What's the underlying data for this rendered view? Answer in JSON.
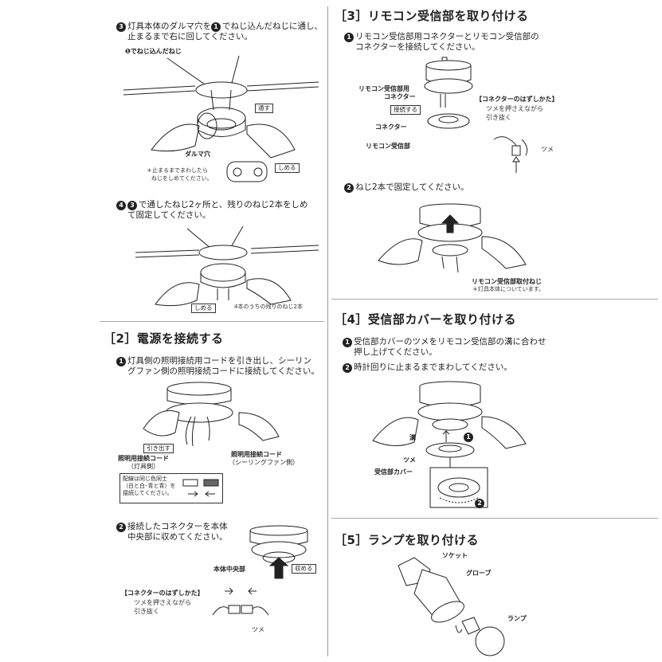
{
  "left": {
    "step3": {
      "num": "3",
      "line1": "灯具本体のダルマ穴を",
      "ref": "1",
      "line1b": "でねじ込んだねじに通し、",
      "line2": "止まるまで右に回してください。",
      "label_screw": "❶でねじ込んだねじ",
      "label_pass": "通す",
      "label_keyhole": "ダルマ穴",
      "note1": "＊止まるまでまわしたら",
      "note2": "ねじをしめてください。",
      "label_tighten": "しめる"
    },
    "step4": {
      "num": "4",
      "ref": "3",
      "line1": "で通したねじ2ヶ所と、残りのねじ2本をしめ",
      "line2": "て固定してください。",
      "label_tighten": "しめる",
      "label_screws": "4本のうちの残りのねじ2本"
    },
    "section2": {
      "title": "［2］電源を接続する",
      "step1": {
        "num": "1",
        "line1": "灯具側の照明接続用コードを引き出し、シーリン",
        "line2": "グファン側の照明接続コードに接続してください。",
        "label_pull": "引き出す",
        "label_cord_a1": "照明用接続コード",
        "label_cord_a2": "（灯具側）",
        "label_cord_b1": "照明用接続コード",
        "label_cord_b2": "（シーリングファン側）",
        "wiring_note1": "配線は同じ色同士",
        "wiring_note2": "（白と白･青と青）を",
        "wiring_note3": "接続してください。"
      },
      "step2": {
        "num": "2",
        "line1": "接続したコネクターを本体",
        "line2": "中央部に収めてください。",
        "label_center": "本体中央部",
        "label_store": "収める",
        "box_title": "【コネクターのはずしかた】",
        "box_line1": "ツメを押さえながら",
        "box_line2": "引き抜く",
        "label_claw": "ツメ"
      }
    }
  },
  "right": {
    "section3": {
      "title": "［3］リモコン受信部を取り付ける",
      "step1": {
        "num": "1",
        "line1": "リモコン受信部用コネクターとリモコン受信部の",
        "line2": "コネクターを接続してください。",
        "label_conn1": "リモコン受信部用",
        "label_conn2": "コネクター",
        "label_connect": "接続する",
        "label_connector": "コネクター",
        "label_receiver": "リモコン受信部",
        "box_title": "【コネクターのはずしかた】",
        "box_line1": "ツメを押さえながら",
        "box_line2": "引き抜く",
        "label_claw": "ツメ"
      },
      "step2": {
        "num": "2",
        "line1": "ねじ2本で固定してください。",
        "label_screw": "リモコン受信部取付ねじ",
        "note": "＊灯具本体についています。"
      }
    },
    "section4": {
      "title": "［4］受信部カバーを取り付ける",
      "step1": {
        "num": "1",
        "line1": "受信部カバーのツメをリモコン受信部の溝に合わせ",
        "line2": "押し上げてください。"
      },
      "step2": {
        "num": "2",
        "line1": "時計回りに止まるまでまわしてください。"
      },
      "label_groove": "溝",
      "label_claw": "ツメ",
      "label_cover": "受信部カバー",
      "mark1": "1",
      "mark2": "2"
    },
    "section5": {
      "title": "［5］ランプを取り付ける",
      "label_socket": "ソケット",
      "label_globe": "グローブ",
      "label_lamp": "ランプ"
    }
  }
}
